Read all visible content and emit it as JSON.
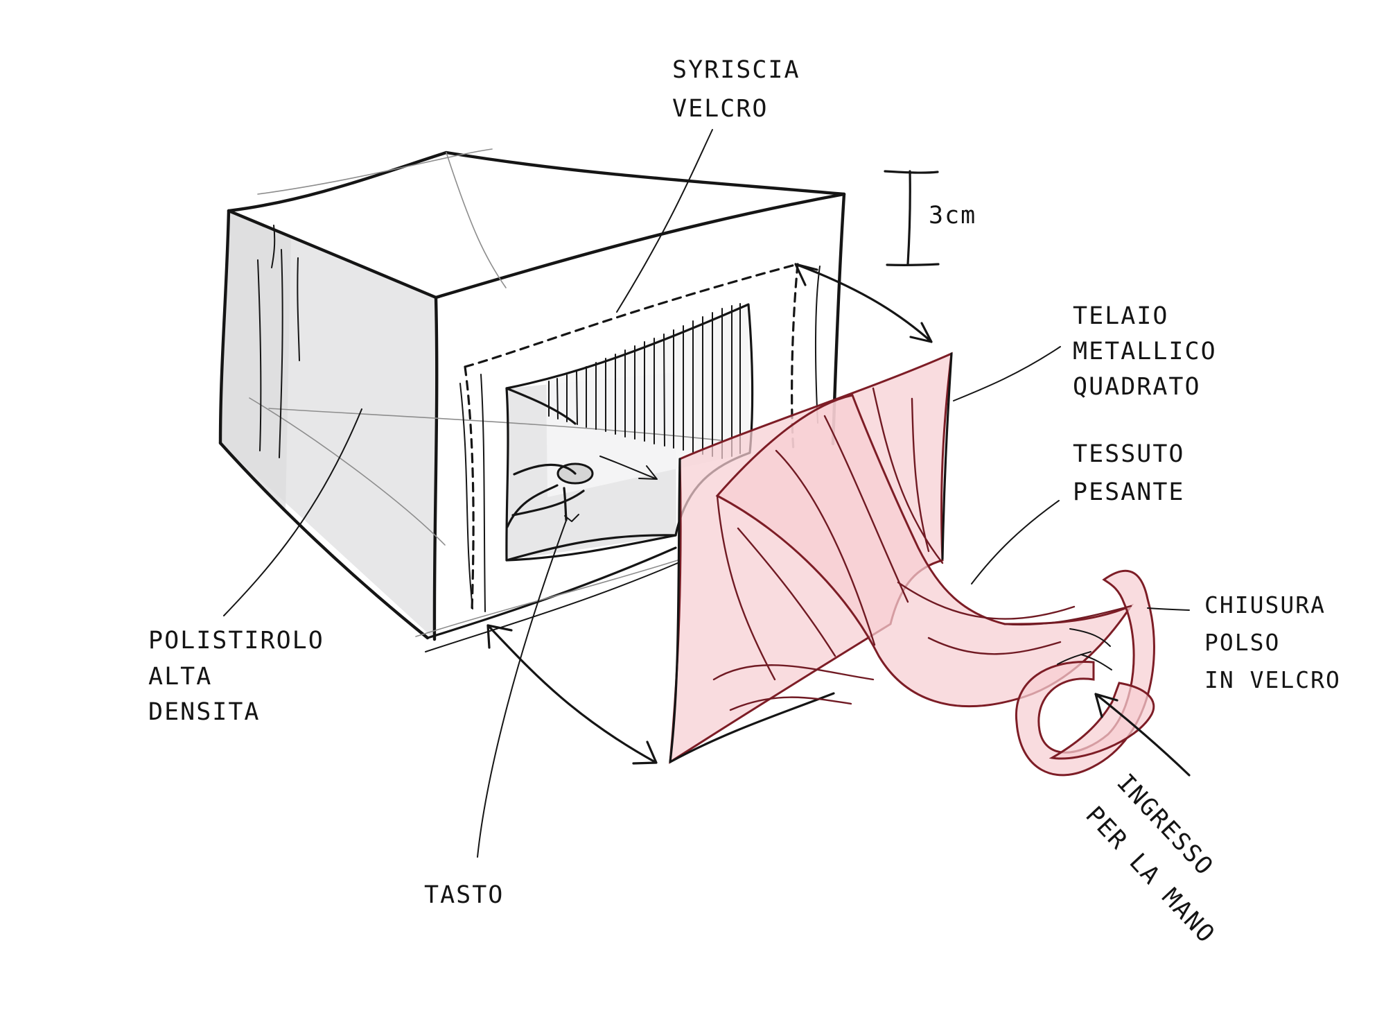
{
  "colors": {
    "paper": "#ffffff",
    "ink": "#151515",
    "foam": "#e7e7e8",
    "foam_shadow": "#dcdcdd",
    "fabric": "#f7cfd2",
    "fabric_edge": "#7d1d26"
  },
  "labels": {
    "velcro_strip": [
      "SYRISCIA",
      "VELCRO"
    ],
    "dimension": "3cm",
    "metal_frame": [
      "TELAIO",
      "METALLICO",
      "QUADRATO"
    ],
    "heavy_fabric": [
      "TESSUTO",
      "PESANTE"
    ],
    "wrist_closure": [
      "CHIUSURA",
      "POLSO",
      "IN VELCRO"
    ],
    "foam": [
      "POLISTIROLO",
      "ALTA",
      "DENSITA"
    ],
    "button": "TASTO",
    "hand_entry": [
      "INGRESSO",
      "PER LA MANO"
    ]
  }
}
